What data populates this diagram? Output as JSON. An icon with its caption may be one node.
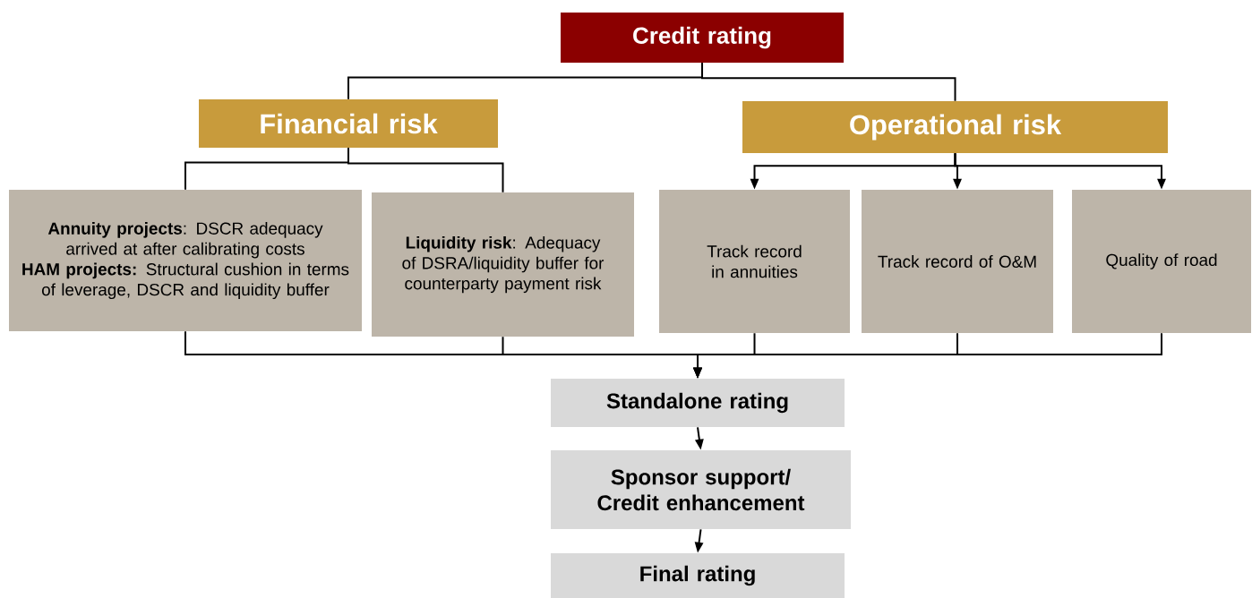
{
  "diagram": {
    "nodes": [
      {
        "text": [
          "Credit rating"
        ]
      },
      {
        "text": [
          "Financial risk"
        ]
      },
      {
        "text": [
          "Operational risk"
        ]
      },
      {
        "text": [
          "**Annuity projects**: DSCR adequacy arrived at after calibrating costs",
          "**HAM projects:** Structural cushion in terms of leverage, DSCR and liquidity buffer"
        ]
      },
      {
        "text": [
          "**Liquidity risk**: Adequacy of DSRA/liquidity buffer for counterparty payment risk"
        ]
      },
      {
        "text": [
          "Track record in annuities"
        ]
      },
      {
        "text": [
          "Track record of O&M"
        ]
      },
      {
        "text": [
          "Quality of road"
        ]
      },
      {
        "text": [
          "Standalone rating"
        ]
      },
      {
        "text": [
          "Sponsor support/ Credit enhancement"
        ]
      },
      {
        "text": [
          "Final rating"
        ]
      }
    ],
    "edges": [
      {
        "from": 0,
        "to": 1,
        "arrow": "none"
      },
      {
        "from": 0,
        "to": 2,
        "arrow": "none"
      },
      {
        "from": 1,
        "to": 3,
        "arrow": "none"
      },
      {
        "from": 1,
        "to": 4,
        "arrow": "none"
      },
      {
        "from": 2,
        "to": 5,
        "arrow": "to"
      },
      {
        "from": 2,
        "to": 6,
        "arrow": "to"
      },
      {
        "from": 2,
        "to": 7,
        "arrow": "to"
      },
      {
        "from": 3,
        "to": 8,
        "arrow": "to"
      },
      {
        "from": 4,
        "to": 8,
        "arrow": "to"
      },
      {
        "from": 5,
        "to": 8,
        "arrow": "to"
      },
      {
        "from": 6,
        "to": 8,
        "arrow": "to"
      },
      {
        "from": 7,
        "to": 8,
        "arrow": "to"
      },
      {
        "from": 8,
        "to": 9,
        "arrow": "to"
      },
      {
        "from": 9,
        "to": 10,
        "arrow": "to"
      }
    ]
  }
}
